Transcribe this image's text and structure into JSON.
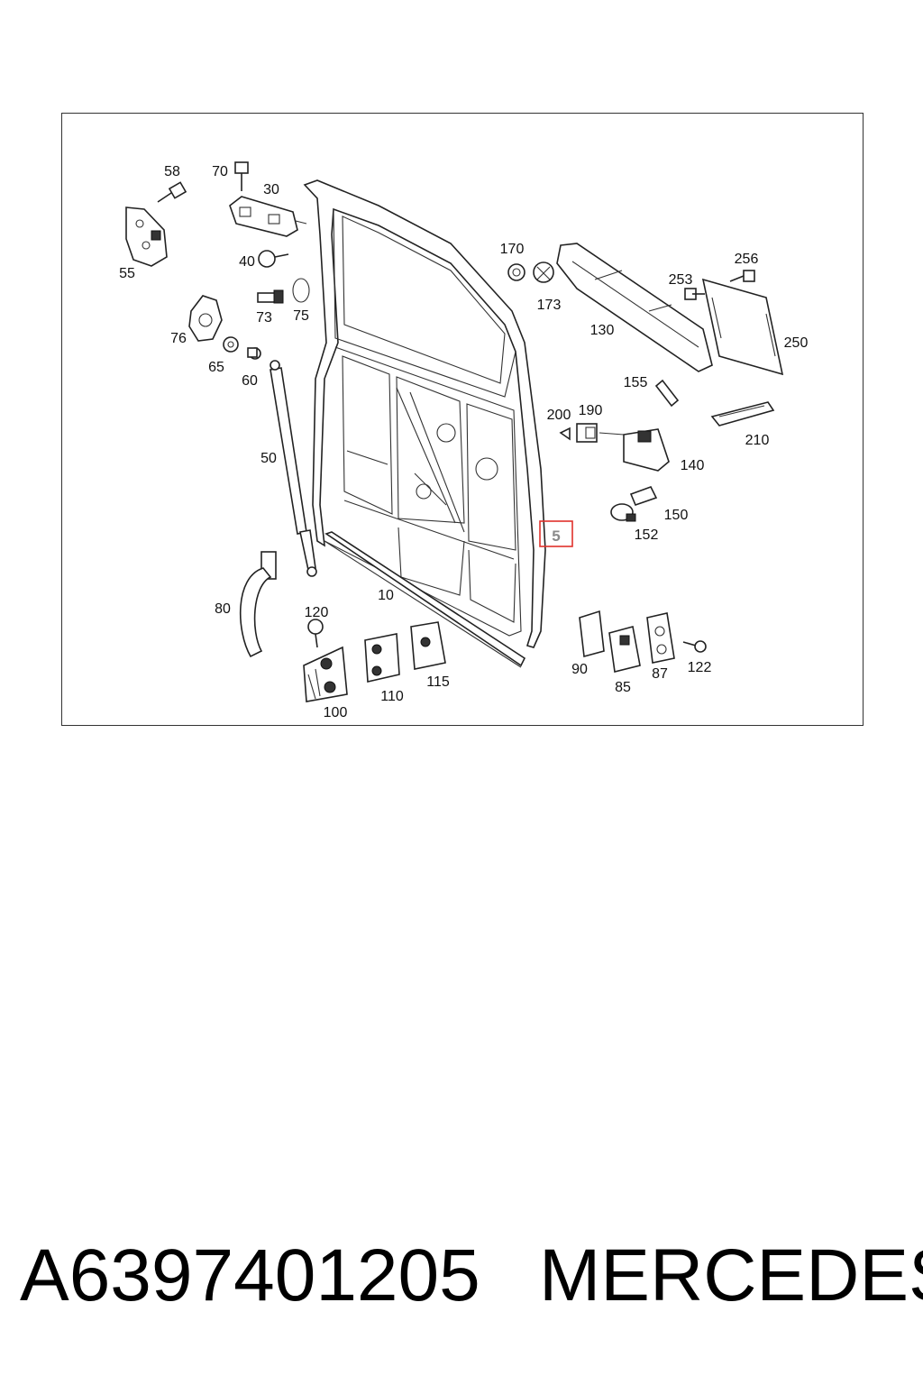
{
  "diagram": {
    "highlight": {
      "label": "5",
      "color": "#e0312b"
    },
    "callouts": [
      "58",
      "70",
      "30",
      "55",
      "40",
      "73",
      "75",
      "76",
      "65",
      "60",
      "50",
      "80",
      "10",
      "120",
      "100",
      "110",
      "115",
      "170",
      "173",
      "130",
      "253",
      "256",
      "250",
      "155",
      "200",
      "190",
      "210",
      "140",
      "150",
      "152",
      "90",
      "85",
      "87",
      "122"
    ]
  },
  "caption": {
    "part_number": "A6397401205",
    "brand": "MERCEDES"
  }
}
